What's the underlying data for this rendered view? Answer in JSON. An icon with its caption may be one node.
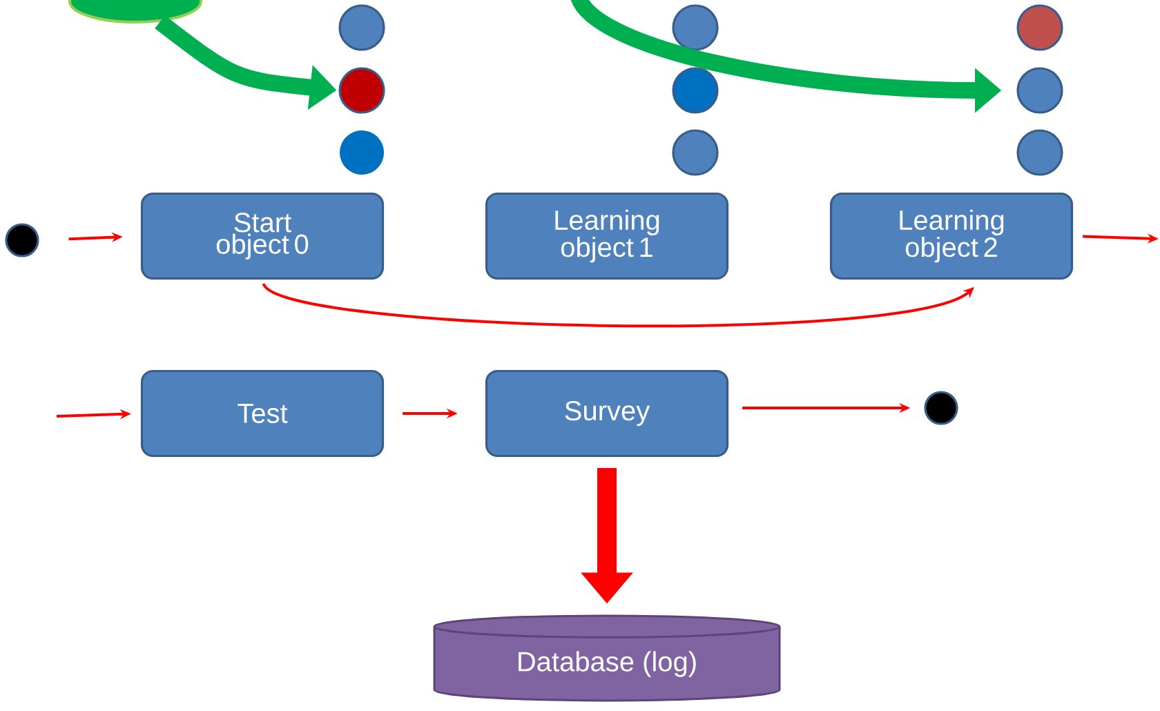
{
  "diagram": {
    "nodes": [
      {
        "text": [],
        "shape": "ellipse"
      },
      {
        "text": [],
        "shape": "circle"
      },
      {
        "text": [],
        "shape": "circle"
      },
      {
        "text": [],
        "shape": "circle"
      },
      {
        "text": [],
        "shape": "circle"
      },
      {
        "text": [],
        "shape": "circle"
      },
      {
        "text": [],
        "shape": "circle"
      },
      {
        "text": [],
        "shape": "circle"
      },
      {
        "text": [],
        "shape": "circle"
      },
      {
        "text": [],
        "shape": "circle"
      },
      {
        "text": [],
        "shape": "circle"
      },
      {
        "text": [
          "Start object 0"
        ]
      },
      {
        "text": [
          "Learning object 1"
        ]
      },
      {
        "text": [
          "Learning object 2"
        ]
      },
      {
        "text": [
          "Test"
        ]
      },
      {
        "text": [
          "Survey"
        ]
      },
      {
        "text": [],
        "shape": "circle"
      },
      {
        "text": [
          "Database (log)"
        ]
      }
    ],
    "edges": [
      {
        "from": 0,
        "to": 2,
        "arrow": "to",
        "style": "thick",
        "color": "#00b050"
      },
      {
        "from": null,
        "to": 8,
        "arrow": "to",
        "style": "thick",
        "color": "#00b050"
      },
      {
        "from": 10,
        "to": 11,
        "arrow": "to"
      },
      {
        "from": 13,
        "to": null,
        "arrow": "to"
      },
      {
        "from": 11,
        "to": 13,
        "arrow": "to"
      },
      {
        "from": null,
        "to": 14,
        "arrow": "to"
      },
      {
        "from": 14,
        "to": 15,
        "arrow": "to"
      },
      {
        "from": 15,
        "to": 16,
        "arrow": "to"
      },
      {
        "from": 15,
        "to": 17,
        "arrow": "to",
        "style": "thick"
      }
    ]
  }
}
